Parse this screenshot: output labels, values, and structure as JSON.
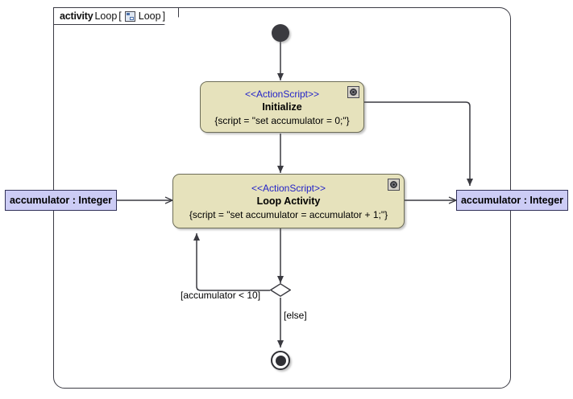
{
  "frame": {
    "keyword": "activity",
    "name": "Loop",
    "bracket_open": "[",
    "icon": "activity-diagram-icon",
    "inner_name": "Loop",
    "bracket_close": "]"
  },
  "nodes": {
    "initial": {
      "name": "initial-node"
    },
    "initialize": {
      "stereotype": "<<ActionScript>>",
      "name": "Initialize",
      "body": "{script = \"set accumulator = 0;\"}",
      "badge": "action-script-badge-icon"
    },
    "loop_activity": {
      "stereotype": "<<ActionScript>>",
      "name": "Loop Activity",
      "body": "{script = \"set accumulator = accumulator + 1;\"}",
      "badge": "action-script-badge-icon"
    },
    "decision": {
      "name": "decision-node"
    },
    "final": {
      "name": "activity-final-node"
    },
    "param_in": {
      "label": "accumulator : Integer"
    },
    "param_out": {
      "label": "accumulator : Integer"
    }
  },
  "edges": {
    "guard_loop": "[accumulator < 10]",
    "guard_else": "[else]"
  },
  "colors": {
    "action_fill": "#e6e2bc",
    "action_border": "#6d6d58",
    "stereotype_text": "#2323c8",
    "param_fill": "#ccccf5",
    "param_border": "#32325a",
    "edge": "#3a3a40",
    "frame_border": "#3b3b44",
    "background": "#ffffff"
  }
}
